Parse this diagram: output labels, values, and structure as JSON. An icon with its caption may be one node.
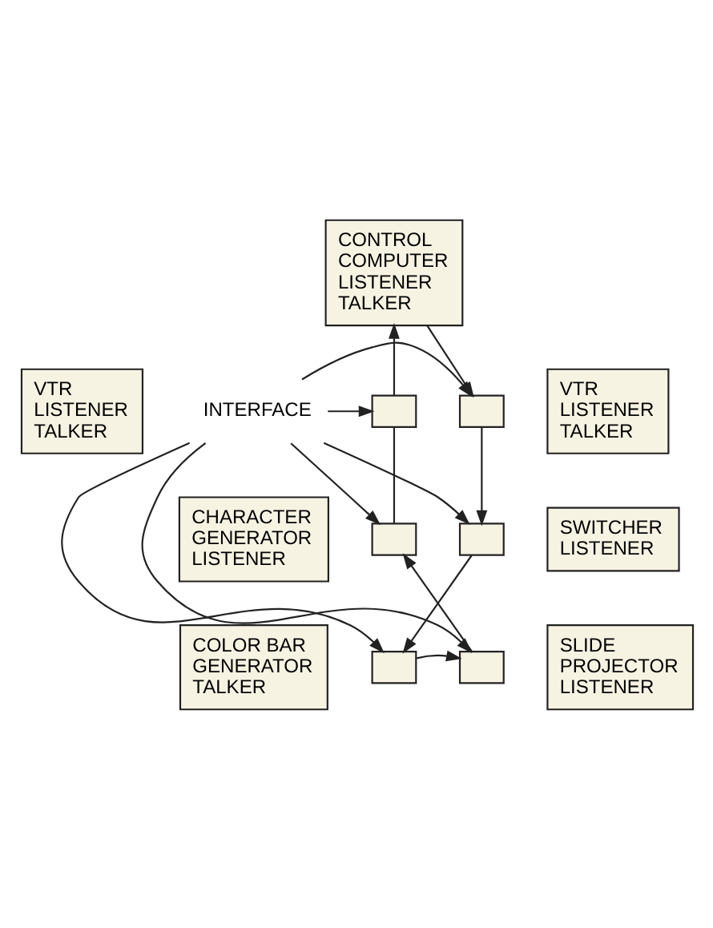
{
  "diagram": {
    "nodes": [
      {
        "text": [
          "CONTROL COMPUTER LISTENER TALKER"
        ]
      },
      {
        "text": [
          "VTR LISTENER TALKER"
        ]
      },
      {
        "text": [],
        "shape": "box"
      },
      {
        "text": [
          "VTR LISTENER TALKER"
        ]
      },
      {
        "text": [],
        "shape": "box"
      },
      {
        "text": [
          "CHARACTER GENERATOR LISTENER"
        ]
      },
      {
        "text": [],
        "shape": "box"
      },
      {
        "text": [
          "SWITCHER LISTENER"
        ]
      },
      {
        "text": [],
        "shape": "box"
      },
      {
        "text": [
          "COLOR BAR GENERATOR TALKER"
        ]
      },
      {
        "text": [],
        "shape": "box"
      },
      {
        "text": [
          "SLIDE PROJECTOR LISTENER"
        ]
      },
      {
        "text": [],
        "shape": "box"
      },
      {
        "text": [
          "INTERFACE"
        ]
      }
    ],
    "edges": [
      {
        "from": 0,
        "to": 4,
        "arrow": "to"
      },
      {
        "from": 4,
        "to": 8,
        "arrow": "to"
      },
      {
        "from": 8,
        "to": 12,
        "arrow": "to"
      },
      {
        "from": 12,
        "to": 10,
        "arrow": "to"
      },
      {
        "from": 10,
        "to": 6,
        "arrow": "to"
      },
      {
        "from": 6,
        "to": 2,
        "arrow": "none"
      },
      {
        "from": 2,
        "to": 0,
        "arrow": "to"
      },
      {
        "from": 13,
        "to": 2,
        "arrow": "to"
      },
      {
        "from": 13,
        "to": 4,
        "arrow": "to"
      },
      {
        "from": 13,
        "to": 6,
        "arrow": "to"
      },
      {
        "from": 13,
        "to": 8,
        "arrow": "to"
      },
      {
        "from": 13,
        "to": 10,
        "arrow": "to"
      },
      {
        "from": 13,
        "to": 12,
        "arrow": "to"
      }
    ]
  }
}
